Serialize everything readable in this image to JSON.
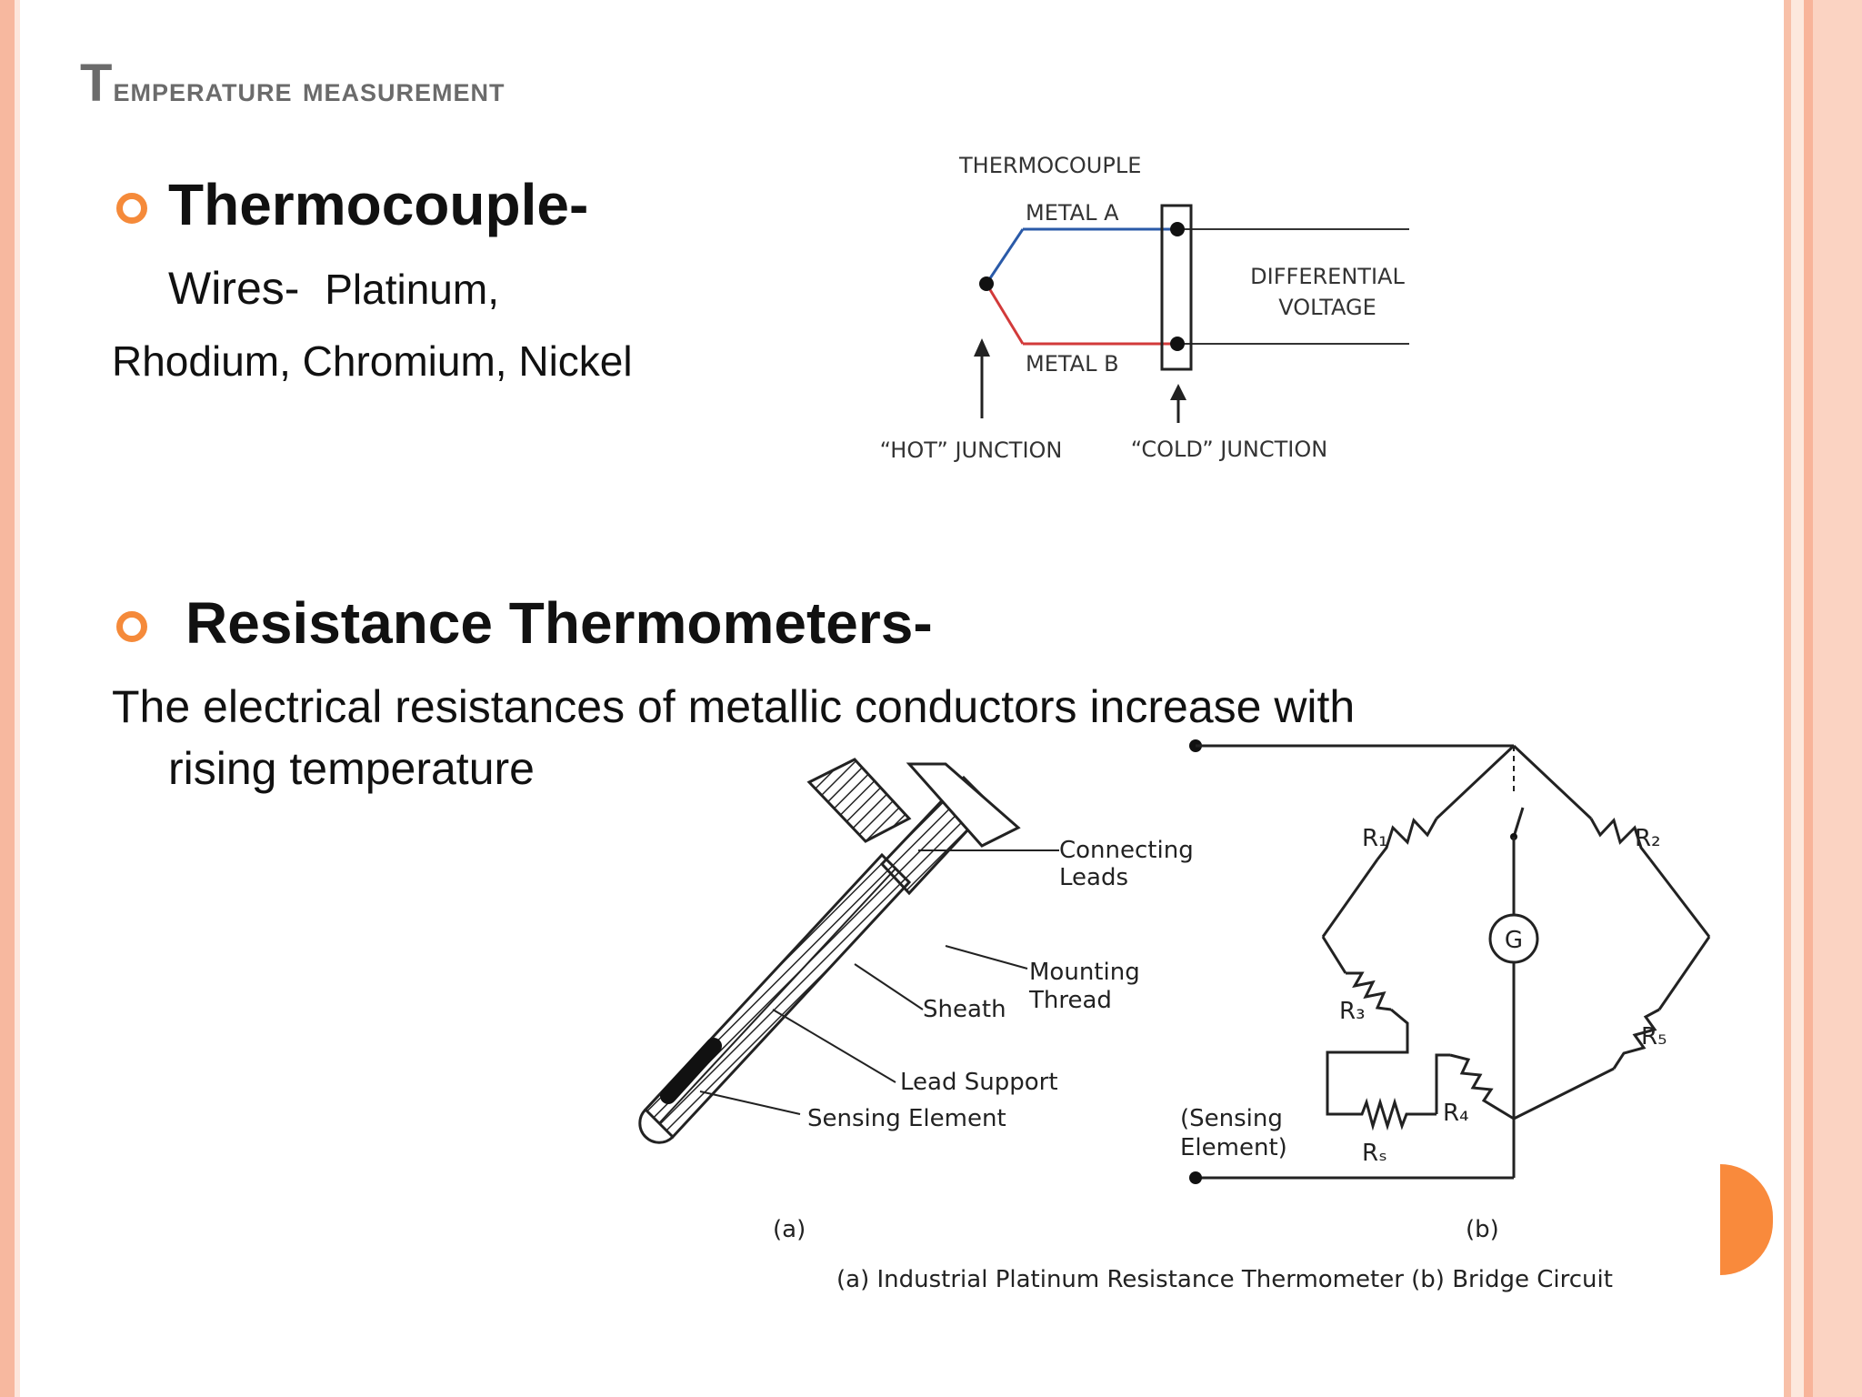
{
  "slide": {
    "title_first": "T",
    "title_rest": "emperature measurement",
    "bullets": [
      {
        "heading": "Thermocouple-"
      },
      {
        "heading": "Resistance Thermometers-"
      }
    ],
    "thermo_line1_a": "Wires-",
    "thermo_line1_b": "Platinum,",
    "thermo_line2": "Rhodium, Chromium, Nickel",
    "rt_line1": "The electrical resistances of metallic conductors increase with",
    "rt_line2": "rising temperature"
  },
  "thermocouple_diagram": {
    "title": "THERMOCOUPLE",
    "metal_a": "METAL A",
    "metal_b": "METAL B",
    "diff1": "DIFFERENTIAL",
    "diff2": "VOLTAGE",
    "hot": "“HOT” JUNCTION",
    "cold": "“COLD” JUNCTION"
  },
  "rtd_diagram": {
    "connecting1": "Connecting",
    "connecting2": "Leads",
    "mounting1": "Mounting",
    "mounting2": "Thread",
    "sheath": "Sheath",
    "lead_support": "Lead Support",
    "sensing_element": "Sensing Element",
    "label_a": "(a)",
    "label_b": "(b)",
    "sensing1": "(Sensing",
    "sensing2": "Element)",
    "r1": "R₁",
    "r2": "R₂",
    "r3": "R₃",
    "r4": "R₄",
    "r5": "R₅",
    "rs": "Rₛ",
    "g": "G",
    "caption": "(a) Industrial Platinum Resistance Thermometer (b) Bridge Circuit"
  },
  "colors": {
    "accent": "#f58a3a",
    "frame": "#f7b89f",
    "title_gray": "#6b6b6b",
    "metal_a_wire": "#2a5aa8",
    "metal_b_wire": "#d23a3a"
  }
}
